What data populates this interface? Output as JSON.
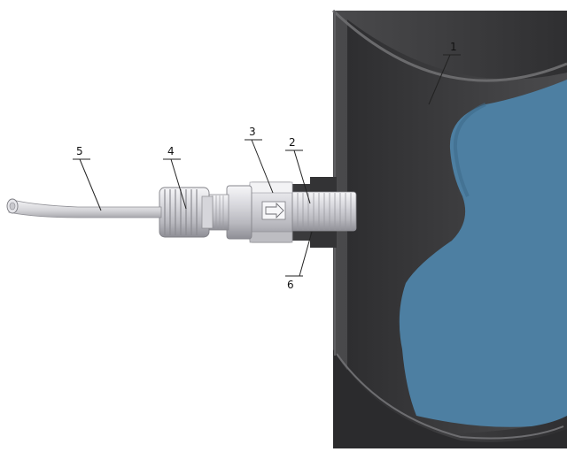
{
  "figure": {
    "callouts": [
      {
        "id": "1",
        "text": "1"
      },
      {
        "id": "2",
        "text": "2"
      },
      {
        "id": "3",
        "text": "3"
      },
      {
        "id": "4",
        "text": "4"
      },
      {
        "id": "5",
        "text": "5"
      },
      {
        "id": "6",
        "text": "6"
      }
    ]
  },
  "colors": {
    "tank_wall": "#3d3d3f",
    "tank_wall_dark": "#2c2c2e",
    "tank_inner": "#5a5a5c",
    "liquid": "#4d7fa2",
    "fitting_light": "#e9e9ec",
    "fitting_mid": "#c9c9ce",
    "fitting_dark": "#9a9aa0",
    "leader_line": "#222222"
  }
}
